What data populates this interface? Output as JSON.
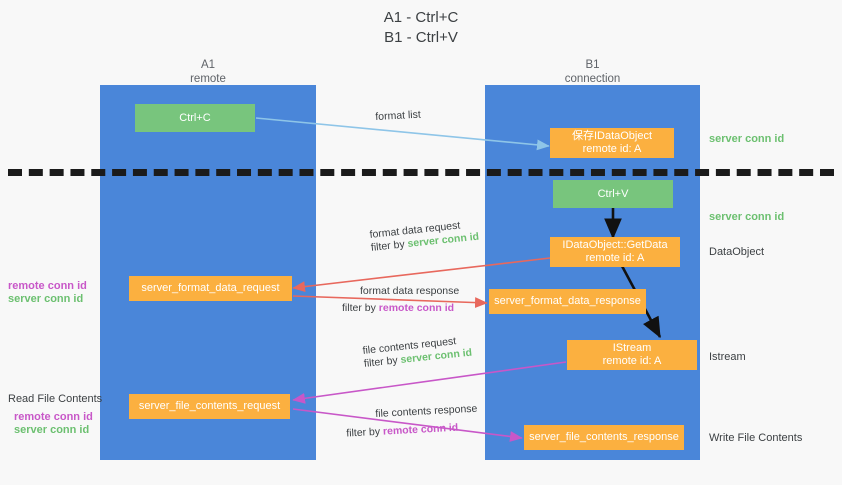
{
  "title": {
    "line1": "A1 - Ctrl+C",
    "line2": "B1 - Ctrl+V"
  },
  "lanes": [
    {
      "name": "A1",
      "sub": "remote"
    },
    {
      "name": "B1",
      "sub": "connection"
    }
  ],
  "nodes": {
    "ctrl_c": {
      "label": "Ctrl+C"
    },
    "ctrl_v": {
      "label": "Ctrl+V"
    },
    "save_idataobject": {
      "line1": "保存IDataObject",
      "line2": "remote id: A"
    },
    "getdata": {
      "line1": "IDataObject::GetData",
      "line2": "remote id: A"
    },
    "istream": {
      "line1": "IStream",
      "line2": "remote id: A"
    },
    "server_format_data_request": {
      "label": "server_format_data_request"
    },
    "server_format_data_response": {
      "label": "server_format_data_response"
    },
    "server_file_contents_request": {
      "label": "server_file_contents_request"
    },
    "server_file_contents_response": {
      "label": "server_file_contents_response"
    }
  },
  "edges": {
    "format_list": {
      "caption": "format list"
    },
    "format_data_request": {
      "caption": "format data request",
      "filter_prefix": "filter by ",
      "filter_key": "server conn id"
    },
    "format_data_response": {
      "caption": "format data response",
      "filter_prefix": "filter by ",
      "filter_key": "remote conn id"
    },
    "file_contents_request": {
      "caption": "file contents request",
      "filter_prefix": "filter by ",
      "filter_key": "server conn id"
    },
    "file_contents_response": {
      "caption": "file contents response",
      "filter_prefix": "filter by ",
      "filter_key": "remote conn id"
    }
  },
  "annotations": {
    "right_server_conn_id_1": "server conn id",
    "right_server_conn_id_2": "server conn id",
    "right_dataobject": "DataObject",
    "right_istream": "Istream",
    "right_write_file_contents": "Write File Contents",
    "left_remote_conn_id_1": "remote conn id",
    "left_server_conn_id_1": "server conn id",
    "left_read_file_contents": "Read File Contents",
    "left_remote_conn_id_2": "remote conn id",
    "left_server_conn_id_2": "server conn id"
  },
  "colors": {
    "lane": "#4a86d9",
    "green_box": "#78c57d",
    "orange_box": "#fbb040",
    "server_conn_id": "#6cc070",
    "remote_conn_id": "#c857c8",
    "arrow_blue": "#8ec5e8",
    "arrow_red": "#e8685d",
    "arrow_magenta": "#c857c8",
    "arrow_black": "#111111",
    "background": "#f8f8f8"
  }
}
